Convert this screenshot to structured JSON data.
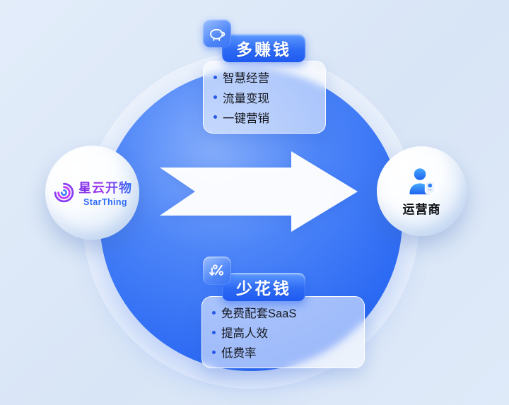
{
  "brand": {
    "name_cn": "星云开物",
    "name_en": "StarThing",
    "icon": "starthing-spiral-icon"
  },
  "right_node": {
    "label": "运营商",
    "icon": "operator-person-icon"
  },
  "cards": {
    "top": {
      "icon": "piggy-bank-icon",
      "badge": "多赚钱",
      "items": [
        "智慧经营",
        "流量变现",
        "一键营销"
      ]
    },
    "bottom": {
      "icon": "discount-down-icon",
      "badge": "少花钱",
      "items": [
        "免费配套SaaS",
        "提高人效",
        "低费率"
      ]
    }
  },
  "colors": {
    "background": "#dce8f7",
    "primary_blue": "#2f6bf4",
    "badge_blue": "#2e66f3",
    "brand_purple": "#7a2be8",
    "brand_blue": "#2f6bf6",
    "text_dark": "#17191f",
    "white": "#ffffff"
  }
}
